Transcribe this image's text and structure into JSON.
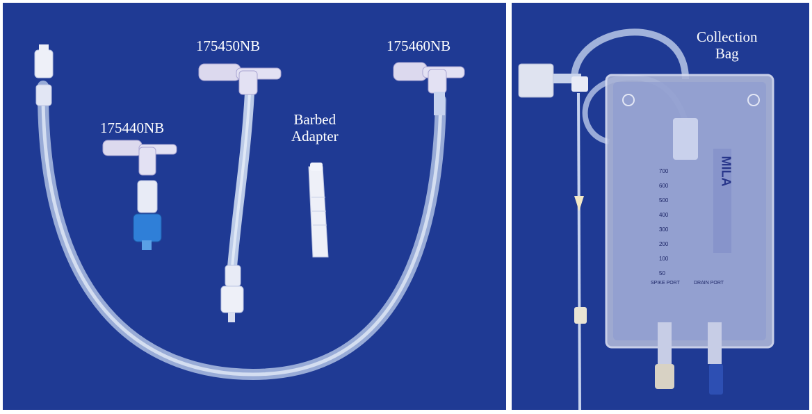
{
  "left_panel": {
    "labels": {
      "part_175440": "175440NB",
      "part_175450": "175450NB",
      "part_175460": "175460NB",
      "barbed_line1": "Barbed",
      "barbed_line2": "Adapter"
    }
  },
  "right_panel": {
    "labels": {
      "collection_line1": "Collection",
      "collection_line2": "Bag"
    },
    "bag_print": {
      "brand": "MILA",
      "scale": [
        "700",
        "600",
        "500",
        "400",
        "300",
        "200",
        "100",
        "50"
      ],
      "spike_port": "SPIKE PORT",
      "drain_port": "DRAIN PORT"
    }
  },
  "colors": {
    "background": "#1f3a94",
    "tubing": "#c9d7ee",
    "label_text": "#ffffff",
    "luer_blue": "#2f7fd8",
    "connector": "#e4e2f2"
  }
}
